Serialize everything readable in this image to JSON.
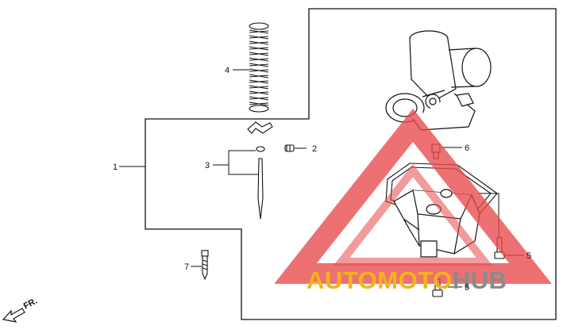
{
  "diagram": {
    "callouts": [
      {
        "id": "1",
        "text": "1"
      },
      {
        "id": "2",
        "text": "2"
      },
      {
        "id": "3",
        "text": "3"
      },
      {
        "id": "4",
        "text": "4"
      },
      {
        "id": "5a",
        "text": "5"
      },
      {
        "id": "5b",
        "text": "5"
      },
      {
        "id": "6",
        "text": "6"
      },
      {
        "id": "7",
        "text": "7"
      }
    ],
    "direction_marker": "FR."
  },
  "watermark": {
    "part1": "AUTO",
    "part2": "MOTO",
    "part3": "HUB",
    "colors": {
      "auto": "#f5b31b",
      "moto": "#f5b31b",
      "hub": "#8a8a8a",
      "triangle": "#e8494a"
    }
  }
}
